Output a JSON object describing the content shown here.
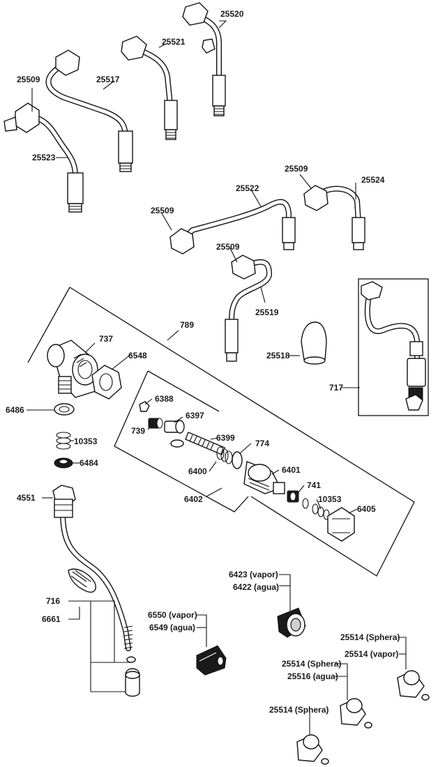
{
  "labels": {
    "p25520": "25520",
    "p25521": "25521",
    "p25517": "25517",
    "p25509_a": "25509",
    "p25523": "25523",
    "p25509_b": "25509",
    "p25524": "25524",
    "p25522": "25522",
    "p25509_c": "25509",
    "p25509_d": "25509",
    "p25519": "25519",
    "p789": "789",
    "p737": "737",
    "p6548": "6548",
    "p25518": "25518",
    "p717": "717",
    "p6486": "6486",
    "p6388": "6388",
    "p6397": "6397",
    "p739": "739",
    "p10353_a": "10353",
    "p6399": "6399",
    "p774": "774",
    "p6484": "6484",
    "p6400": "6400",
    "p6401": "6401",
    "p741": "741",
    "p4551": "4551",
    "p6402": "6402",
    "p10353_b": "10353",
    "p6405": "6405",
    "p6423": "6423 (vapor)",
    "p6422": "6422 (agua)",
    "p716": "716",
    "p6661": "6661",
    "p6550": "6550 (vapor)",
    "p6549": "6549 (agua)",
    "p25514_sphera_a": "25514 (Sphera)",
    "p25514_vapor": "25514 (vapor)",
    "p25514_sphera_b": "25514 (Sphera)",
    "p25516": "25516 (agua)",
    "p25514_sphera_c": "25514 (Sphera)"
  },
  "colors": {
    "ink": "#111111",
    "paper": "#ffffff",
    "shade": "#1a1a1a"
  }
}
